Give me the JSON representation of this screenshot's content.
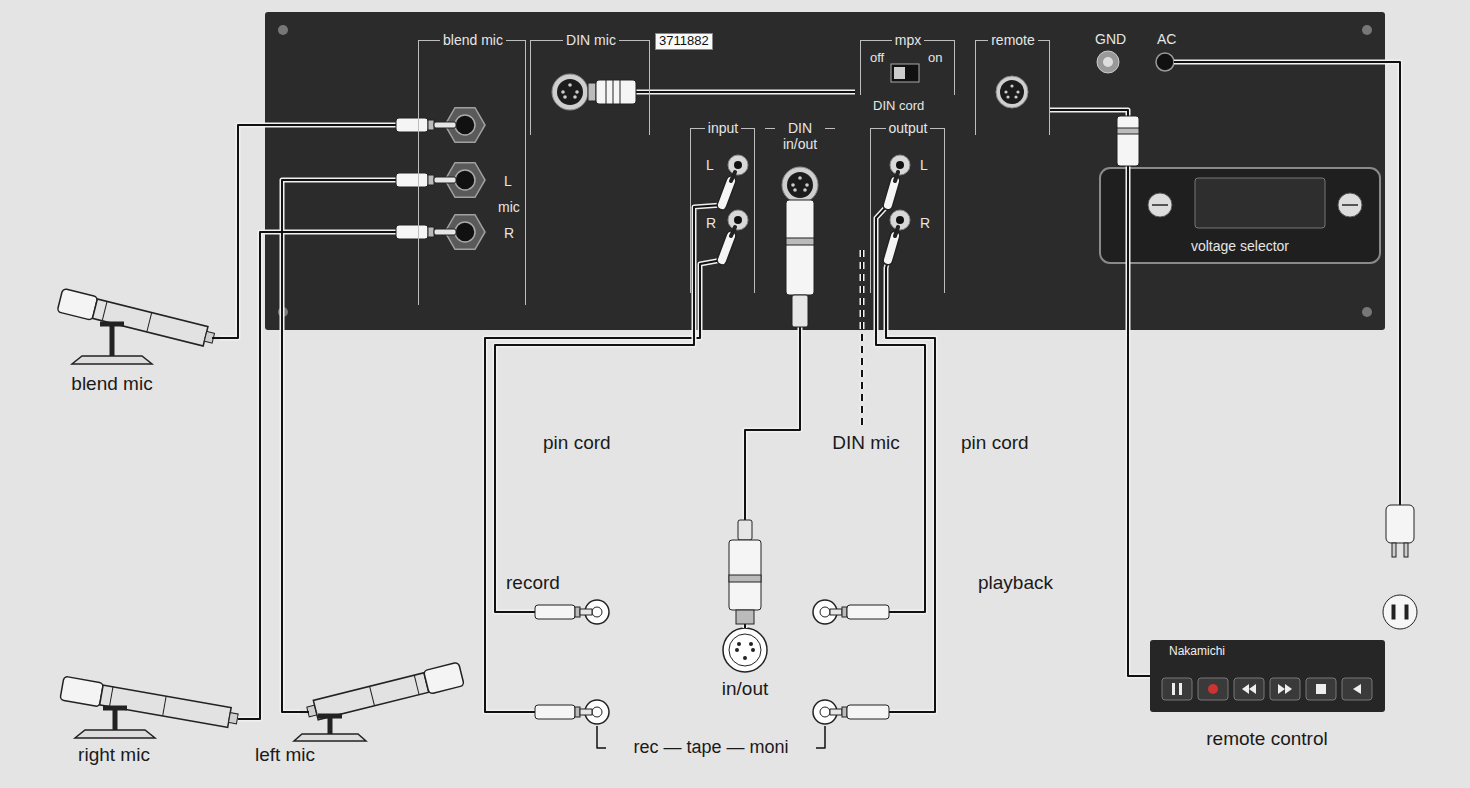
{
  "diagram": {
    "nodes": [
      {
        "text": [
          "blend mic",
          "L",
          "mic",
          "R"
        ]
      },
      {
        "text": [
          "DIN mic"
        ]
      },
      {
        "text": [
          "mpx",
          "off",
          "on"
        ]
      },
      {
        "text": [
          "remote"
        ]
      },
      {
        "text": [
          "input",
          "L",
          "R"
        ]
      },
      {
        "text": [
          "DIN in/out"
        ]
      },
      {
        "text": [
          "output",
          "L",
          "R"
        ]
      },
      {
        "text": [
          "voltage selector"
        ]
      },
      {
        "text": [
          "blend mic"
        ]
      },
      {
        "text": [
          "right mic"
        ]
      },
      {
        "text": [
          "left mic"
        ]
      },
      {
        "text": [
          "record"
        ]
      },
      {
        "text": [
          "in/out"
        ]
      },
      {
        "text": [
          "playback"
        ]
      },
      {
        "text": [
          "Nakamichi",
          "remote control"
        ]
      }
    ],
    "edges": [
      {
        "from": 8,
        "to": 0,
        "arrow": "none"
      },
      {
        "from": 10,
        "to": 0,
        "arrow": "none"
      },
      {
        "from": 9,
        "to": 0,
        "arrow": "none"
      },
      {
        "from": 4,
        "to": 11,
        "arrow": "none"
      },
      {
        "from": 5,
        "to": 12,
        "arrow": "none"
      },
      {
        "from": 6,
        "to": 13,
        "arrow": "none"
      },
      {
        "from": 3,
        "to": 14,
        "arrow": "none"
      }
    ],
    "labels": [
      "3711882",
      "DIN cord",
      "GND",
      "AC",
      "pin cord",
      "DIN mic",
      "pin cord",
      "rec — tape — moni"
    ]
  }
}
